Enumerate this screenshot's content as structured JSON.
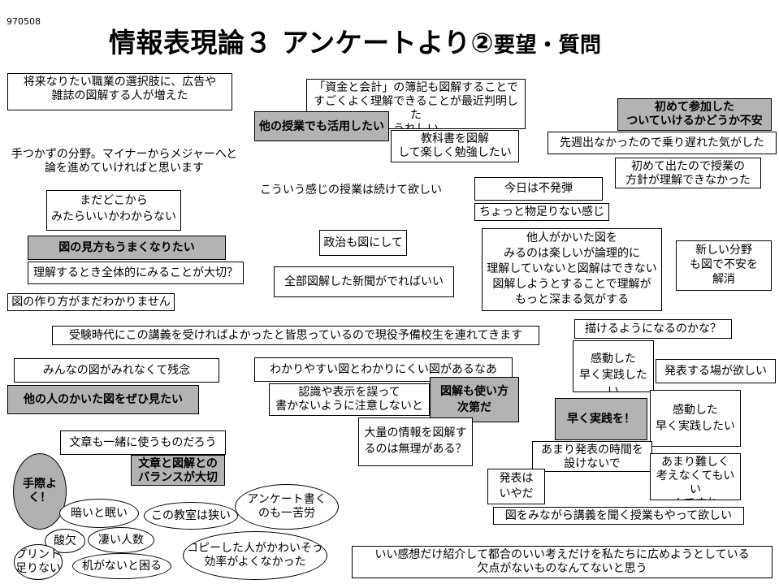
{
  "slide": {
    "code": "970508",
    "title_main": "情報表現論３ アンケートより②",
    "title_sub": "要望・質問"
  },
  "cards": {
    "career": "将来なりたい職業の選択肢に、広告や\n雑誌の図解する人が増えた",
    "accounting": "「資金と会計」の簿記も図解することで\nすごくよく理解できることが最近判明した\nうれしい",
    "other_classes": "他の授業でも活用したい",
    "first_time": "初めて参加した\nついていけるかどうか不安",
    "unfamiliar_field": "手つかずの分野。マイナーからメジャーへと\n論を進めていければと思います",
    "textbook": "教科書を図解\nして楽しく勉強したい",
    "missed_week": "先週出なかったので乗り遅れた気がした",
    "first_method": "初めて出たので授業の\n方針が理解できなかった",
    "continue_classes": "こういう感じの授業は続けて欲しい",
    "dud": "今日は不発弾",
    "not_enough": "ちょっと物足りない感じ",
    "where_to_look": "まだどこから\nみたらいいかわからない",
    "read_diagrams": "図の見方もうまくなりたい",
    "politics": "政治も図にして",
    "others_diagrams": "他人がかいた図を\nみるのは楽しいが論理的に\n理解していないと図解はできない\n図解しようとすることで理解が\nもっと深まる気がする",
    "new_field": "新しい分野\nも図で不安を\n解消",
    "whole_view": "理解するとき全体的にみることが大切？",
    "newspaper": "全部図解した新聞がでればいい",
    "how_to_make": "図の作り方がまだわかりません",
    "exam_days": "受験時代にこの講義を受ければよかったと皆思っているので現役予備校生を連れてきます",
    "can_draw": "描けるようになるのかな？",
    "moved_1": "感動した\n早く実践したい",
    "presentation_place": "発表する場が欲しい",
    "see_all": "みんなの図がみれなくて残念",
    "easy_hard": "わかりやすい図とわかりにくい図があるなあ",
    "want_see_others": "他の人のかいた図をぜひ見たい",
    "misrecognition": "認識や表示を誤って\n書かないように注意しないと",
    "depends_use": "図解も使い方\n次第だ",
    "practice_soon": "早く実践を！",
    "moved_2": "感動した\n早く実践したい",
    "large_info": "大量の情報を図解す\nるのは無理がある？",
    "sentences_too": "文章も一緒に使うものだろう",
    "balance": "文章と図解との\nバランスが大切",
    "no_presentation_time": "あまり発表の時間を\n設けないで",
    "not_too_hard": "あまり難しく\n考えなくてもいい\nんですね",
    "hate_presenting": "発表は\nいやだ",
    "lecture_with_diagrams": "図をみながら講義を聞く授業もやって欲しい",
    "good_feedback": "いい感想だけ紹介して都合のいい考えだけを私たちに広めようとしている\n欠点がないものなんてないと思う"
  },
  "bubbles": {
    "handy": "手際よく！",
    "dark_sleepy": "暗いと眠い",
    "narrow_room": "この教室は狭い",
    "survey_hard": "アンケート書く\nのも一苦労",
    "absence": "酸欠",
    "crowd": "凄い人数",
    "prints_short": "プリント\n足りない",
    "no_desk": "机がないと困る",
    "copy_person": "コピーした人がかわいそう\n効率がよくなかった"
  }
}
